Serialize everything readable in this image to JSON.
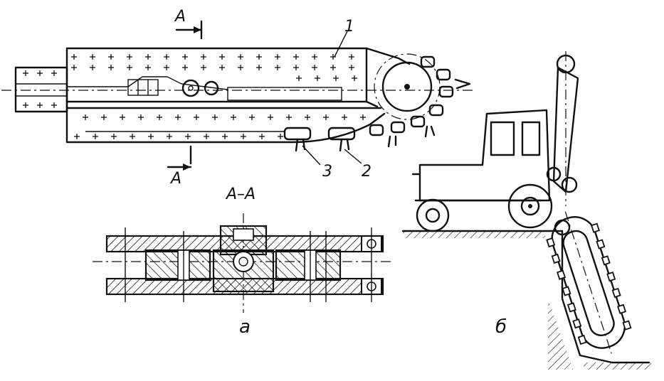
{
  "labels": {
    "part1": "1",
    "part2": "2",
    "part3": "3",
    "section_mark_top": "A",
    "section_mark_bottom": "A",
    "section_title": "A–A",
    "caption_a": "а",
    "caption_b": "б"
  },
  "colors": {
    "ink": "#111111",
    "paper": "#ffffff"
  }
}
